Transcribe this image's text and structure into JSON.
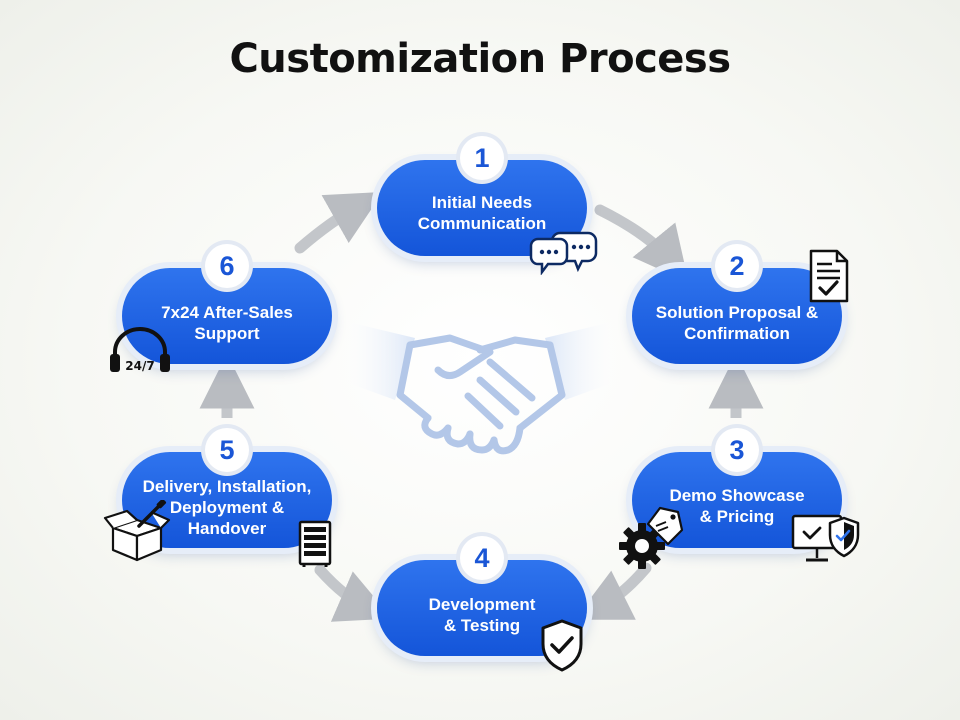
{
  "title": "Customization Process",
  "steps": [
    {
      "number": "1",
      "label": "Initial Needs\nCommunication"
    },
    {
      "number": "2",
      "label": "Solution Proposal &\nConfirmation"
    },
    {
      "number": "3",
      "label": "Demo Showcase\n& Pricing"
    },
    {
      "number": "4",
      "label": "Development\n& Testing"
    },
    {
      "number": "5",
      "label": "Delivery, Installation,\nDeployment &\nHandover"
    },
    {
      "number": "6",
      "label": "7x24 After-Sales\nSupport"
    }
  ],
  "icons": {
    "step1": "speech-bubbles-icon",
    "step2": "checklist-document-icon",
    "step3": [
      "gear-price-tag-icon",
      "monitor-shield-icon"
    ],
    "step4": "shield-check-icon",
    "step5": [
      "open-box-tool-icon",
      "server-rack-icon"
    ],
    "step6": "headset-24-7-icon",
    "center": "handshake-icon"
  },
  "headset_text": "24/7",
  "colors": {
    "pill": "#1c5fe3",
    "badge_text": "#1a56d6",
    "arrow": "#b9bcc1",
    "handshake": "#b9cbe9"
  }
}
